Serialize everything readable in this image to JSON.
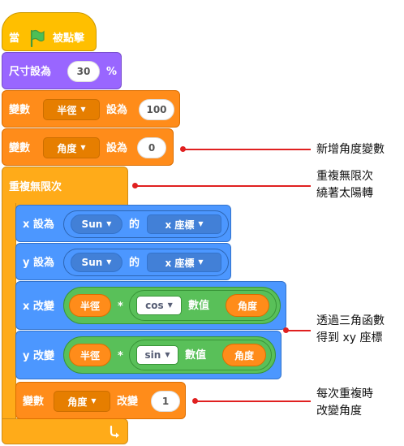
{
  "blocks": {
    "when_flag": {
      "when": "當",
      "clicked": "被點擊",
      "flag_icon": "green-flag"
    },
    "set_size": {
      "label": "尺寸設為",
      "value": "30",
      "unit": "%"
    },
    "set_radius": {
      "label": "變數",
      "var": "半徑",
      "to": "設為",
      "value": "100"
    },
    "set_angle": {
      "label": "變數",
      "var": "角度",
      "to": "設為",
      "value": "0"
    },
    "forever": {
      "label": "重複無限次",
      "loop_icon": "loop-arrow"
    },
    "set_x": {
      "label": "x 設為",
      "sprite": "Sun",
      "of": "的",
      "prop": "x 座標"
    },
    "set_y": {
      "label": "y 設為",
      "sprite": "Sun",
      "of": "的",
      "prop": "x 座標"
    },
    "change_x": {
      "label": "x 改變",
      "var": "半徑",
      "op": "*",
      "func": "cos",
      "value_of": "數值",
      "arg": "角度"
    },
    "change_y": {
      "label": "y 改變",
      "var": "半徑",
      "op": "*",
      "func": "sin",
      "value_of": "數值",
      "arg": "角度"
    },
    "change_angle": {
      "label": "變數",
      "var": "角度",
      "change": "改變",
      "value": "1"
    }
  },
  "annotations": {
    "new_var": "新增角度變數",
    "loop_line1": "重複無限次",
    "loop_line2": "繞著太陽轉",
    "trig_line1": "透過三角函數",
    "trig_line2": "得到 xy 座標",
    "change_line1": "每次重複時",
    "change_line2": "改變角度"
  },
  "colors": {
    "events": "#FFBF00",
    "looks": "#9966FF",
    "variables": "#FF8C1A",
    "control": "#FFAB19",
    "motion": "#4C97FF",
    "operators": "#59C059",
    "annotation_line": "#E02020"
  }
}
